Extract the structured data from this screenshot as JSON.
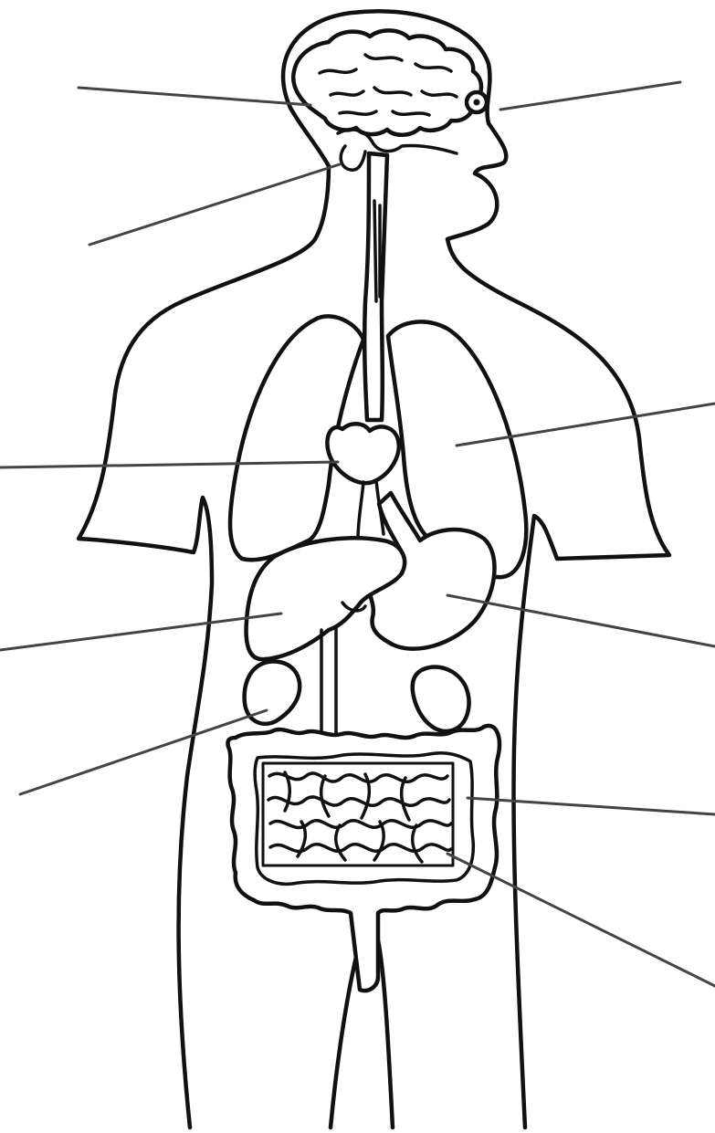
{
  "diagram": {
    "labels": [
      {
        "id": "brain",
        "text": ""
      },
      {
        "id": "eye",
        "text": ""
      },
      {
        "id": "throat",
        "text": ""
      },
      {
        "id": "lung",
        "text": ""
      },
      {
        "id": "heart",
        "text": ""
      },
      {
        "id": "stomach",
        "text": ""
      },
      {
        "id": "liver",
        "text": ""
      },
      {
        "id": "kidney",
        "text": ""
      },
      {
        "id": "large-intestine",
        "text": ""
      },
      {
        "id": "small-intestine",
        "text": ""
      }
    ],
    "colors": {
      "line": "#111111",
      "leader": "#444444",
      "background": "#ffffff"
    }
  }
}
